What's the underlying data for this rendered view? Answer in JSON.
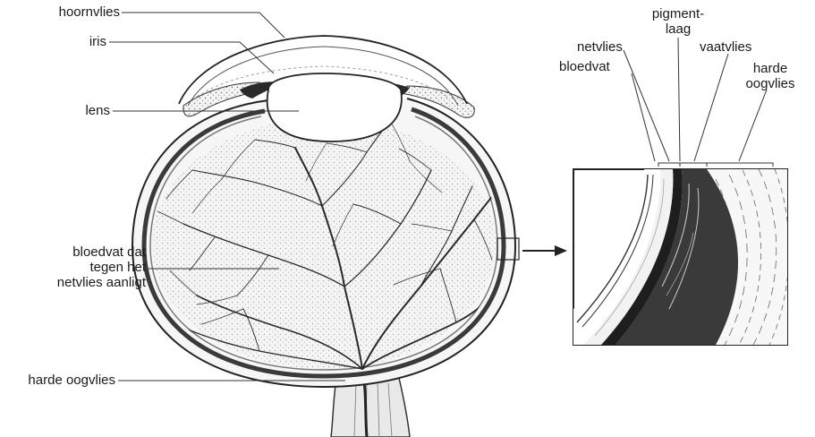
{
  "eye_labels": {
    "hoornvlies": "hoornvlies",
    "iris": "iris",
    "lens": "lens",
    "bloedvat_line1": "bloedvat dat",
    "bloedvat_line2": "tegen het",
    "bloedvat_line3": "netvlies aanligt",
    "harde_oogvlies": "harde oogvlies"
  },
  "detail_labels": {
    "pigmentlaag_line1": "pigment-",
    "pigmentlaag_line2": "laag",
    "netvlies": "netvlies",
    "vaatvlies": "vaatvlies",
    "bloedvat": "bloedvat",
    "harde_oogvlies_line1": "harde",
    "harde_oogvlies_line2": "oogvlies"
  }
}
